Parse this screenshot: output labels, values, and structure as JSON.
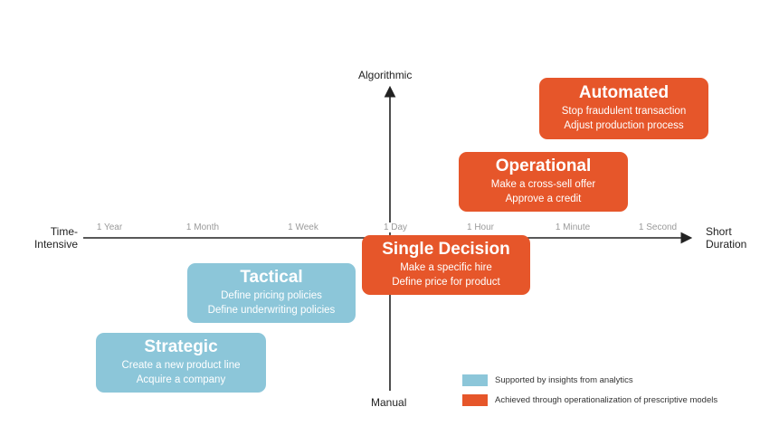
{
  "axes": {
    "top": "Algorithmic",
    "bottom": "Manual",
    "left_line1": "Time-",
    "left_line2": "Intensive",
    "right_line1": "Short",
    "right_line2": "Duration"
  },
  "ticks": [
    "1 Year",
    "1 Month",
    "1 Week",
    "1 Day",
    "1 Hour",
    "1 Minute",
    "1 Second"
  ],
  "boxes": {
    "automated": {
      "title": "Automated",
      "line1": "Stop fraudulent transaction",
      "line2": "Adjust production process"
    },
    "operational": {
      "title": "Operational",
      "line1": "Make a cross-sell offer",
      "line2": "Approve a credit"
    },
    "single": {
      "title": "Single Decision",
      "line1": "Make a specific hire",
      "line2": "Define price for product"
    },
    "tactical": {
      "title": "Tactical",
      "line1": "Define pricing policies",
      "line2": "Define underwriting policies"
    },
    "strategic": {
      "title": "Strategic",
      "line1": "Create a new product line",
      "line2": "Acquire a company"
    }
  },
  "legend": {
    "blue_label": "Supported by insights from analytics",
    "orange_label": "Achieved through operationalization of prescriptive models"
  },
  "colors": {
    "orange": "#e6562a",
    "blue": "#8cc6d9",
    "axis": "#222222"
  }
}
